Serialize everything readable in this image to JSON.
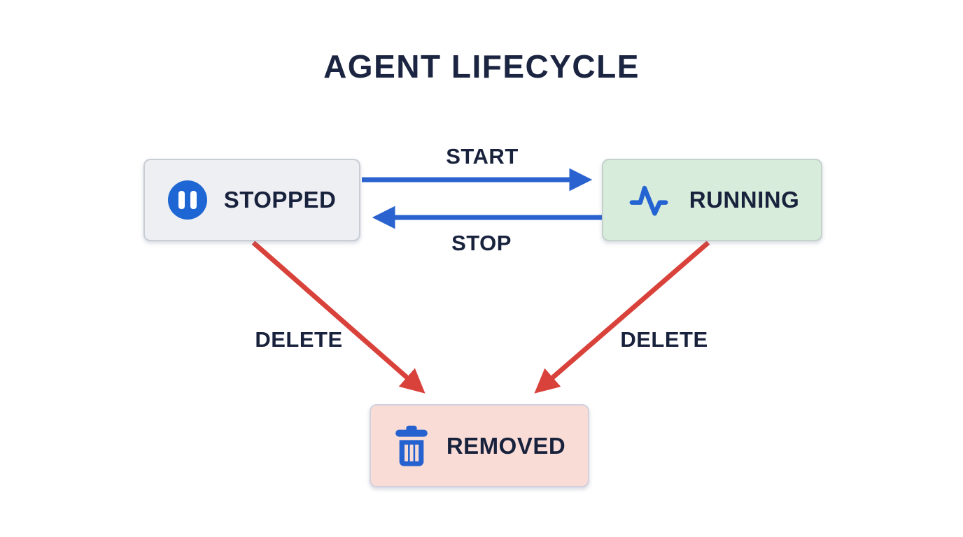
{
  "title": "AGENT LIFECYCLE",
  "states": {
    "stopped": {
      "label": "STOPPED",
      "icon": "pause-icon"
    },
    "running": {
      "label": "RUNNING",
      "icon": "activity-icon"
    },
    "removed": {
      "label": "REMOVED",
      "icon": "trash-icon"
    }
  },
  "transitions": {
    "start": {
      "label": "START",
      "from": "stopped",
      "to": "running",
      "color": "#2a63cf"
    },
    "stop": {
      "label": "STOP",
      "from": "running",
      "to": "stopped",
      "color": "#2a63cf"
    },
    "delete_from_stopped": {
      "label": "DELETE",
      "from": "stopped",
      "to": "removed",
      "color": "#d9423a"
    },
    "delete_from_running": {
      "label": "DELETE",
      "from": "running",
      "to": "removed",
      "color": "#d9423a"
    }
  },
  "colors": {
    "title_text": "#1b2440",
    "label_text": "#18223c",
    "blue_accent": "#2a63cf",
    "icon_blue": "#1d66d3",
    "red_accent": "#d9423a",
    "stopped_bg": "#edeff3",
    "running_bg": "#d8ecdb",
    "removed_bg": "#fadcd7",
    "box_border": "#c9cdd8",
    "background": "#ffffff"
  }
}
